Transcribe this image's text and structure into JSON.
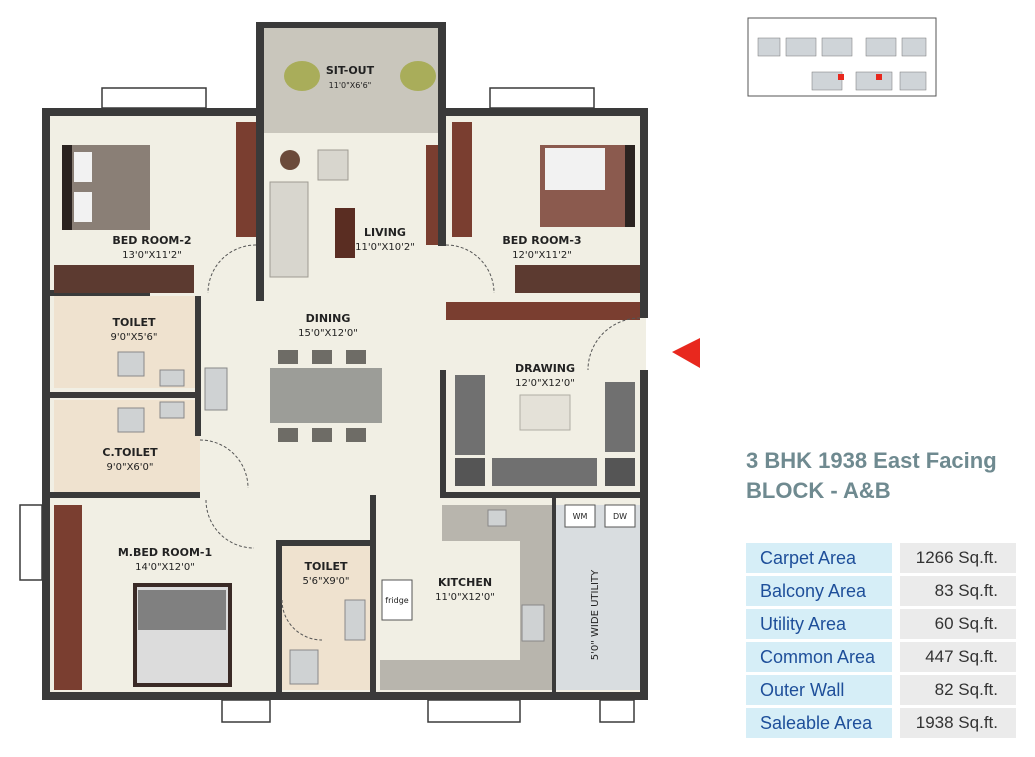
{
  "plan": {
    "sitout": {
      "label": "SIT-OUT",
      "dim": "11'0\"X6'6\""
    },
    "bedroom2": {
      "label": "BED ROOM-2",
      "dim": "13'0\"X11'2\""
    },
    "living": {
      "label": "LIVING",
      "dim": "11'0\"X10'2\""
    },
    "bedroom3": {
      "label": "BED ROOM-3",
      "dim": "12'0\"X11'2\""
    },
    "toilet1": {
      "label": "TOILET",
      "dim": "9'0\"X5'6\""
    },
    "dining": {
      "label": "DINING",
      "dim": "15'0\"X12'0\""
    },
    "drawing": {
      "label": "DRAWING",
      "dim": "12'0\"X12'0\""
    },
    "ctoilet": {
      "label": "C.TOILET",
      "dim": "9'0\"X6'0\""
    },
    "mbedroom": {
      "label": "M.BED ROOM-1",
      "dim": "14'0\"X12'0\""
    },
    "toilet2": {
      "label": "TOILET",
      "dim": "5'6\"X9'0\""
    },
    "kitchen": {
      "label": "KITCHEN",
      "dim": "11'0\"X12'0\""
    },
    "utility": {
      "label": "5'0\" WIDE UTILITY"
    },
    "fridge": "fridge",
    "wm": "WM",
    "dw": "DW"
  },
  "title": {
    "line1": "3 BHK 1938 East Facing",
    "line2": "BLOCK - A&B"
  },
  "areas": [
    {
      "label": "Carpet Area",
      "value": "1266 Sq.ft."
    },
    {
      "label": "Balcony Area",
      "value": "83 Sq.ft."
    },
    {
      "label": "Utility Area",
      "value": "60 Sq.ft."
    },
    {
      "label": "Common Area",
      "value": "447 Sq.ft."
    },
    {
      "label": "Outer Wall",
      "value": "82 Sq.ft."
    },
    {
      "label": "Saleable Area",
      "value": "1938 Sq.ft."
    }
  ],
  "colors": {
    "wall": "#3a3a3a",
    "floor": "#f1efe4",
    "tile": "#efe2cf",
    "wood": "#7a3e30",
    "accent": "#e8281e",
    "titleColor": "#6f8a90",
    "labelBg": "#d6eef7",
    "valueBg": "#ebebeb"
  }
}
